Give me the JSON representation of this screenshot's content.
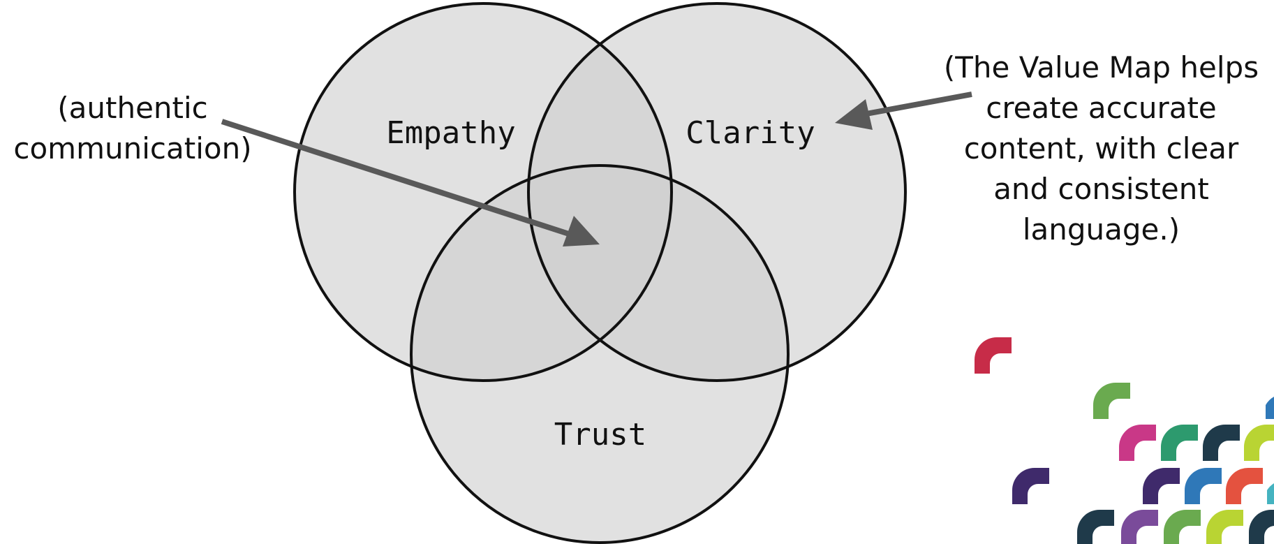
{
  "circles": [
    {
      "label": "Empathy"
    },
    {
      "label": "Clarity"
    },
    {
      "label": "Trust"
    }
  ],
  "annotations": {
    "left": [
      "(authentic",
      "communication)"
    ],
    "right": [
      "(The Value Map helps",
      "create accurate",
      "content, with clear",
      "and consistent",
      "language.)"
    ]
  },
  "colors": {
    "circle_fill": "#d9d9d9",
    "circle_stroke": "#111111",
    "arrow": "#595959",
    "decor": [
      "#c72c48",
      "#6aaa4f",
      "#c93887",
      "#2d9a6e",
      "#1f3a4a",
      "#b9d433",
      "#3f2a6b",
      "#2f78b8",
      "#e4523f",
      "#7a4b9a"
    ]
  }
}
